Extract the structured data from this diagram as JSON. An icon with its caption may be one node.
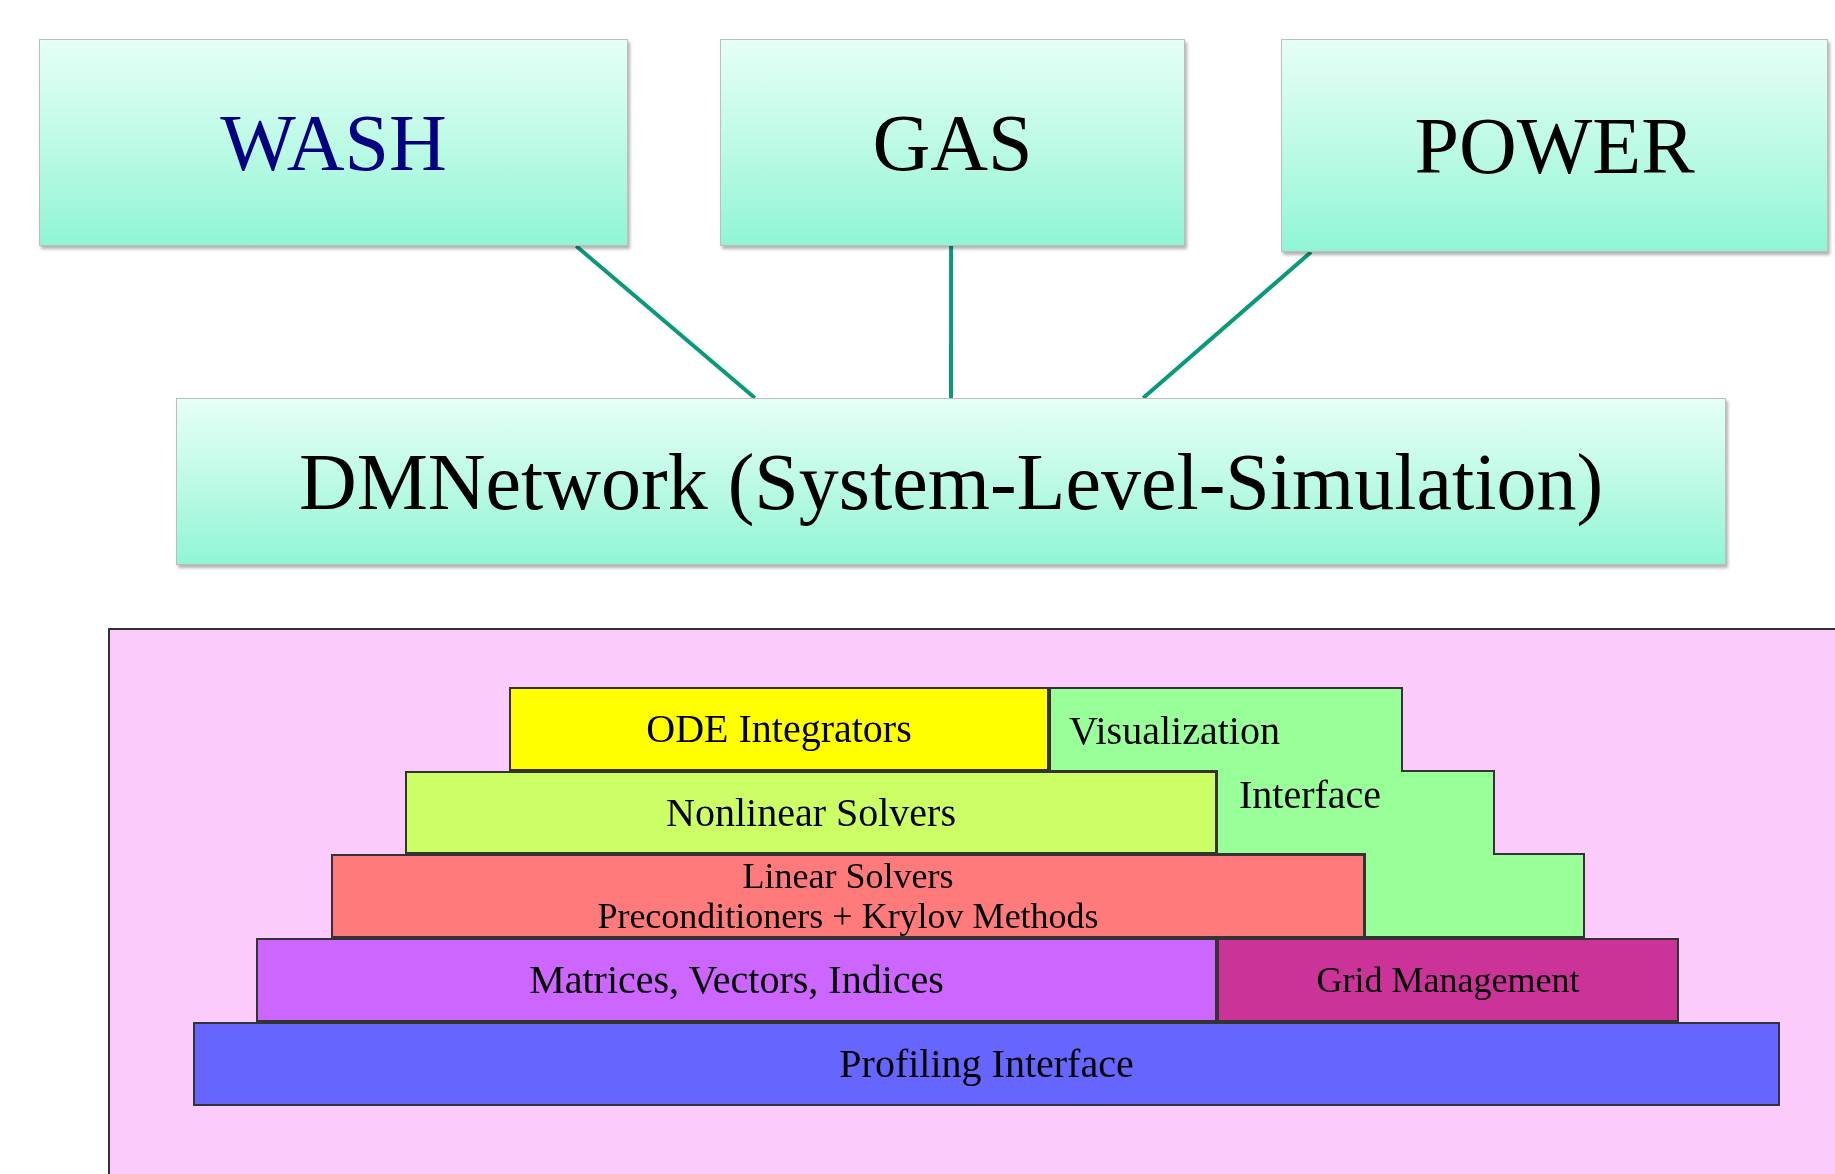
{
  "diagram": {
    "nodes": [
      {
        "text": [
          "WASH"
        ]
      },
      {
        "text": [
          "GAS"
        ]
      },
      {
        "text": [
          "POWER"
        ]
      },
      {
        "text": [
          "DMNetwork (System-Level-Simulation)"
        ]
      },
      {
        "text": [],
        "shape": "box"
      },
      {
        "text": [
          "ODE Integrators"
        ],
        "in": 4
      },
      {
        "text": [
          "Visualization Interface"
        ],
        "in": 4
      },
      {
        "text": [
          "Nonlinear Solvers"
        ],
        "in": 4
      },
      {
        "text": [
          "Linear Solvers",
          "Preconditioners + Krylov Methods"
        ],
        "in": 4
      },
      {
        "text": [
          "Matrices, Vectors, Indices"
        ],
        "in": 4
      },
      {
        "text": [
          "Grid Management"
        ],
        "in": 4
      },
      {
        "text": [
          "Profiling Interface"
        ],
        "in": 4
      }
    ],
    "edges": [
      {
        "from": 0,
        "to": 3,
        "arrow": "none"
      },
      {
        "from": 1,
        "to": 3,
        "arrow": "none"
      },
      {
        "from": 2,
        "to": 3,
        "arrow": "none"
      }
    ]
  }
}
